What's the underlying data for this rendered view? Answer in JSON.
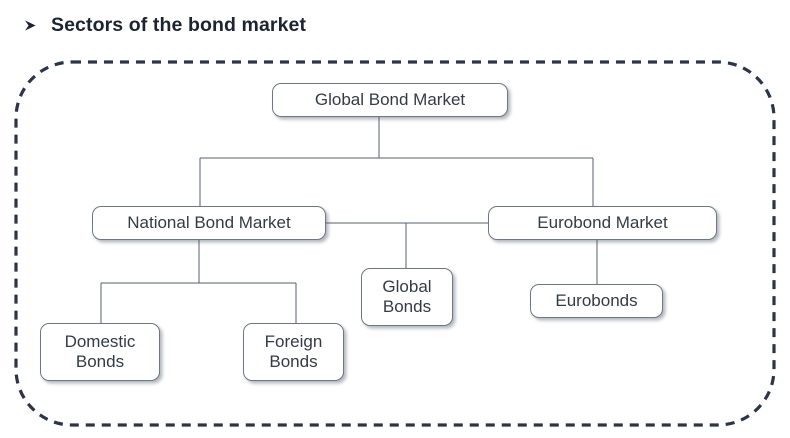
{
  "heading": {
    "bullet_icon": "arrow-bullet-icon",
    "text": "Sectors of the bond market"
  },
  "colors": {
    "heading_text": "#1c2431",
    "frame_dash": "#2b3448",
    "node_border": "#6e7885",
    "node_text": "#333b47",
    "connector": "#55606e",
    "background": "#ffffff"
  },
  "diagram": {
    "type": "tree",
    "frame_style": "dashed-rounded-rectangle",
    "nodes": [
      {
        "id": "global-bond-market",
        "label": "Global Bond Market",
        "level": 0
      },
      {
        "id": "national-bond-market",
        "label": "National Bond Market",
        "level": 1
      },
      {
        "id": "eurobond-market",
        "label": "Eurobond Market",
        "level": 1
      },
      {
        "id": "global-bonds",
        "label": "Global\nBonds",
        "level": 2
      },
      {
        "id": "eurobonds",
        "label": "Eurobonds",
        "level": 2
      },
      {
        "id": "domestic-bonds",
        "label": "Domestic\nBonds",
        "level": 2
      },
      {
        "id": "foreign-bonds",
        "label": "Foreign\nBonds",
        "level": 2
      }
    ],
    "edges": [
      {
        "from": "global-bond-market",
        "to": "national-bond-market"
      },
      {
        "from": "global-bond-market",
        "to": "eurobond-market"
      },
      {
        "from": "national-bond-market",
        "to": "domestic-bonds"
      },
      {
        "from": "national-bond-market",
        "to": "foreign-bonds"
      },
      {
        "from": "national-bond-market",
        "to": "global-bonds"
      },
      {
        "from": "eurobond-market",
        "to": "global-bonds"
      },
      {
        "from": "eurobond-market",
        "to": "eurobonds"
      }
    ]
  }
}
